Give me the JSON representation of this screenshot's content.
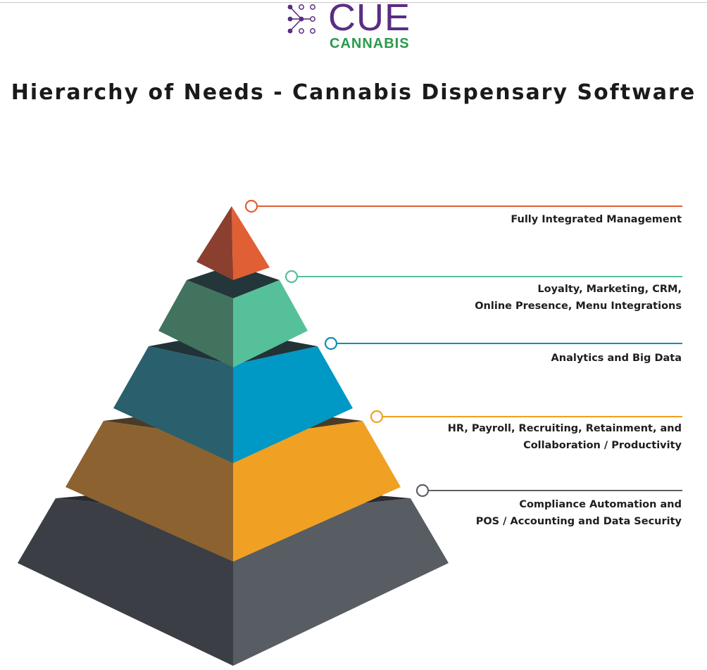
{
  "logo": {
    "wordmark": "CUE",
    "subtitle": "CANNABIS",
    "icon": "circuit-nodes-icon",
    "color_primary": "#5a2d82",
    "color_secondary": "#2a9b4a"
  },
  "title": "Hierarchy of Needs - Cannabis Dispensary Software",
  "levels": [
    {
      "lines": [
        "Fully Integrated Management"
      ],
      "color_light": "#e05f35",
      "color_dark": "#8b3f2e",
      "accent": "#e05f35"
    },
    {
      "lines": [
        "Loyalty, Marketing, CRM,",
        "Online Presence, Menu Integrations"
      ],
      "color_light": "#56c09a",
      "color_dark": "#42735f",
      "accent": "#56c09a"
    },
    {
      "lines": [
        "Analytics and Big Data"
      ],
      "color_light": "#0098c4",
      "color_dark": "#2a5f6e",
      "accent": "#0c8fb5"
    },
    {
      "lines": [
        "HR, Payroll, Recruiting, Retainment, and",
        "Collaboration / Productivity"
      ],
      "color_light": "#f0a023",
      "color_dark": "#8c6330",
      "accent": "#f0a023"
    },
    {
      "lines": [
        "Compliance Automation and",
        "POS / Accounting and Data Security"
      ],
      "color_light": "#585c63",
      "color_dark": "#3b3e44",
      "accent": "#5f6066"
    }
  ]
}
